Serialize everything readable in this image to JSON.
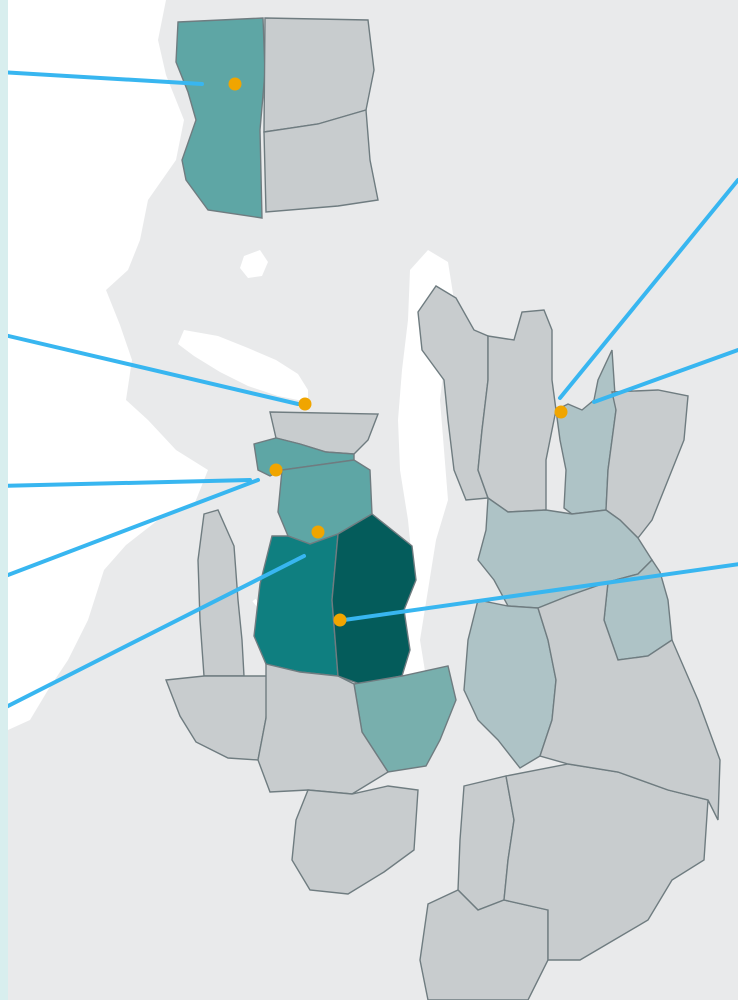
{
  "map": {
    "colors": {
      "frame": "#d6eeee",
      "land": "#e9eaeb",
      "water": "#ffffff",
      "region_grey": "#c8ccce",
      "region_pale_teal": "#aec3c6",
      "region_light_teal": "#78afad",
      "region_mid_teal": "#5ea6a5",
      "region_teal": "#0f7f80",
      "region_dark_teal": "#045c5b",
      "border": "#6f7c80",
      "marker": "#f0a500",
      "callout_line": "#38b6f0"
    },
    "regions": [
      {
        "id": "north-west-region",
        "shade": "mid_teal"
      },
      {
        "id": "north-center-region",
        "shade": "grey"
      },
      {
        "id": "north-south-region",
        "shade": "grey"
      },
      {
        "id": "central-strip-region",
        "shade": "grey"
      },
      {
        "id": "central-north-region",
        "shade": "mid_teal"
      },
      {
        "id": "central-west-region",
        "shade": "teal"
      },
      {
        "id": "central-east-region",
        "shade": "dark_teal"
      },
      {
        "id": "south-central-region",
        "shade": "light_teal"
      },
      {
        "id": "eastside-region",
        "shade": "pale_teal"
      }
    ],
    "markers": [
      {
        "id": "marker-north"
      },
      {
        "id": "marker-ship-canal"
      },
      {
        "id": "marker-downtown-west"
      },
      {
        "id": "marker-downtown-center"
      },
      {
        "id": "marker-south-central"
      },
      {
        "id": "marker-eastside-a"
      },
      {
        "id": "marker-eastside-b"
      }
    ]
  }
}
